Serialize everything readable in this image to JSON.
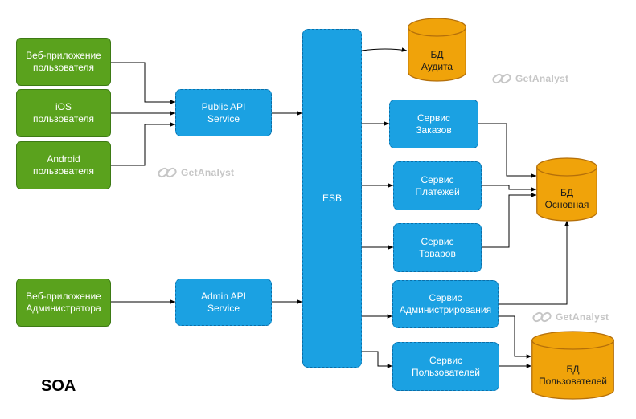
{
  "title": "SOA",
  "watermark": "GetAnalyst",
  "clients": {
    "web_user": "Веб-приложение\nпользователя",
    "ios_user": "iOS\nпользователя",
    "android_user": "Android\nпользователя",
    "web_admin": "Веб-приложение\nАдминистратора"
  },
  "gateways": {
    "public_api": "Public API\nService",
    "admin_api": "Admin API\nService"
  },
  "esb": "ESB",
  "services": {
    "orders": "Сервис\nЗаказов",
    "payments": "Сервис\nПлатежей",
    "products": "Сервис\nТоваров",
    "administration": "Сервис\nАдминистрирования",
    "users": "Сервис\nПользователей"
  },
  "databases": {
    "audit": "БД\nАудита",
    "main": "БД\nОсновная",
    "users": "БД\nПользователей"
  },
  "colors": {
    "client_fill": "#5aa21d",
    "service_fill": "#1ba1e2",
    "database_fill": "#f0a30a",
    "edge": "#000000"
  }
}
